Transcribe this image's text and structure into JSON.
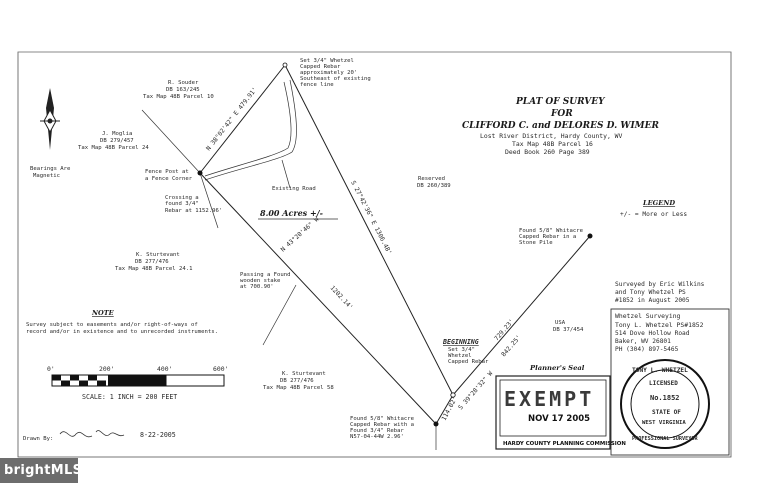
{
  "title": {
    "line1": "PLAT OF SURVEY",
    "line2": "FOR",
    "line3": "CLIFFORD C. and DELORES D. WIMER",
    "line4": "Lost River District, Hardy County, WV",
    "line5": "Tax Map 48B    Parcel 16",
    "line6": "Deed Book 260    Page 389"
  },
  "north_arrow": {
    "label1": "Bearings Are",
    "label2": "Magnetic"
  },
  "acreage": "8.00 Acres +/-",
  "bearings": {
    "nw": "N 38°02'42\" E 479.91'",
    "ne": "S 27°42'36\" E 1306.48'",
    "sw": "N 43°20'46\" W",
    "sw_dist": "1202.14'",
    "se_a": "S 39°28'32\" W",
    "se_dist_a": "842.25'",
    "se_dist_b": "729.23'",
    "short": "114.02'"
  },
  "labels": {
    "souder": [
      "R. Souder",
      "DB 163/245",
      "Tax Map 48B    Parcel 10"
    ],
    "moglia": [
      "J. Moglia",
      "DB 279/457",
      "Tax Map 48B    Parcel 24"
    ],
    "sturtevant1": [
      "K. Sturtevant",
      "DB 277/476",
      "Tax Map 48B    Parcel 24.1"
    ],
    "sturtevant2": [
      "K. Sturtevant",
      "DB 277/476",
      "Tax Map 48B    Parcel 58"
    ],
    "reserved": [
      "Reserved",
      "DB 260/389"
    ],
    "usa": [
      "USA",
      "DB 37/454"
    ],
    "set_rebar_top": [
      "Set 3/4\" Whetzel",
      "Capped Rebar",
      "approximately 20'",
      "Southeast of existing",
      "fence line"
    ],
    "fence_post": [
      "Fence Post at",
      "a Fence Corner"
    ],
    "crossing": [
      "Crossing a",
      "found 3/4\"",
      "Rebar at 1152.96'"
    ],
    "existing_road": "Existing Road",
    "passing": [
      "Passing a Found",
      "wooden stake",
      "at 700.90'"
    ],
    "found_whitacre_top": [
      "Found 5/8\" Whitacre",
      "Capped Rebar in a",
      "Stone Pile"
    ],
    "beginning": "BEGINNING",
    "beginning_sub": [
      "Set 3/4\"",
      "Whetzel",
      "Capped Rebar"
    ],
    "found_whitacre_bottom": [
      "Found 5/8\" Whitacre",
      "Capped Rebar with a",
      "Found 3/4\" Rebar",
      "N57-04-44W    2.96'"
    ]
  },
  "legend": {
    "title": "LEGEND",
    "item": "+/- = More or Less"
  },
  "surveyed_by": [
    "Surveyed by Eric Wilkins",
    "and Tony Whetzel   PS",
    "#1852 in August 2005"
  ],
  "company": [
    "Whetzel Surveying",
    "Tony L. Whetzel  PS#1852",
    "514 Dove Hollow Road",
    "Baker, WV    26801",
    "PH    (304) 897-5465"
  ],
  "seal": {
    "name": "TONY L. WHETZEL",
    "licensed": "LICENSED",
    "number": "No.1852",
    "state": "STATE OF",
    "state2": "WEST VIRGINIA",
    "title": "PROFESSIONAL SURVEYOR"
  },
  "note": {
    "title": "NOTE",
    "text1": "Survey subject to easements and/or right-of-ways of",
    "text2": "record and/or in existence and to unrecorded instruments."
  },
  "scale": {
    "ticks": [
      "0'",
      "200'",
      "400'",
      "600'"
    ],
    "label": "SCALE:   1 INCH = 200 FEET"
  },
  "planners_seal": {
    "title": "Planner's Seal",
    "stamp": "EXEMPT",
    "date": "NOV 17 2005",
    "org": "HARDY COUNTY PLANNING COMMISSION"
  },
  "drawn_by": {
    "label": "Drawn By:",
    "date": "8-22-2005"
  },
  "badge": "brightMLS"
}
